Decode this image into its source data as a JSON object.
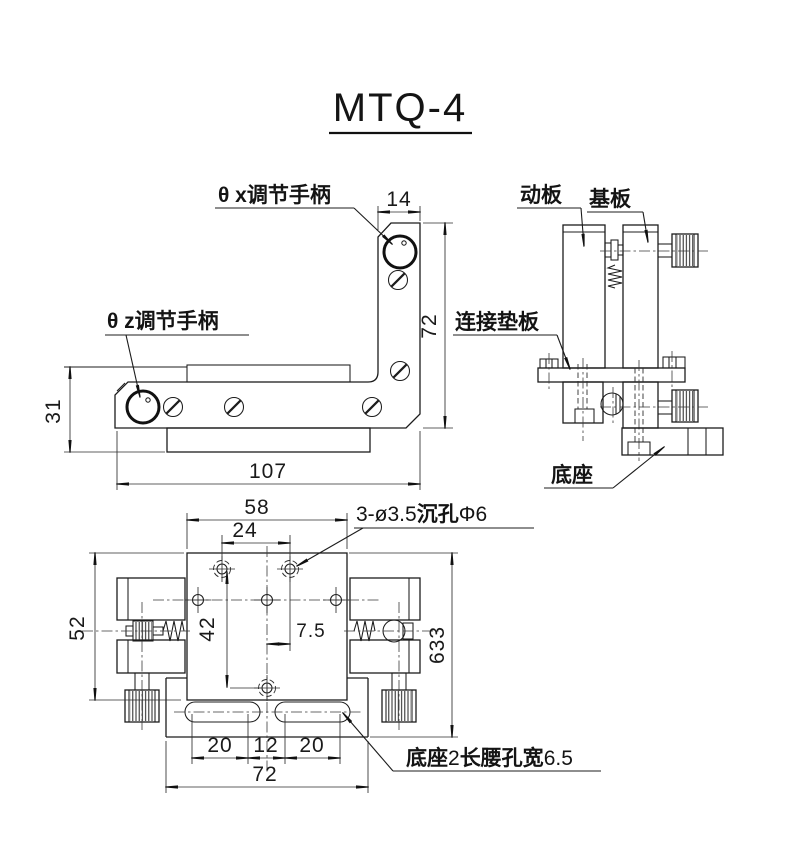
{
  "colors": {
    "line": "#1c1c1c",
    "background": "#ffffff"
  },
  "title": "MTQ-4",
  "front_view": {
    "labels": {
      "theta_x_handle": "θ x调节手柄",
      "theta_z_handle": "θ z调节手柄"
    },
    "dims": {
      "arm_width": "14",
      "arm_height": "72",
      "bar_height": "31",
      "total_length": "107"
    }
  },
  "side_view": {
    "labels": {
      "moving_plate": "动板",
      "base_plate": "基板",
      "connecting_pad_plate": "连接垫板",
      "base": "底座"
    }
  },
  "bottom_view": {
    "dims": {
      "plate_width": "58",
      "hole_spacing": "24",
      "hole_column_height": "42",
      "hole_offset": "7.5",
      "stage_height": "52",
      "overall_height": "633",
      "slot_left_length": "20",
      "slot_center_gap": "12",
      "slot_right_length": "20",
      "base_width": "72"
    },
    "labels": {
      "counterbore_qty_dia": "3-ø3.5",
      "counterbore_text": "沉孔",
      "counterbore_dia": "Φ6",
      "slot_base": "底座",
      "slot_qty": "2",
      "slot_kind": "长腰孔宽",
      "slot_width": "6.5"
    }
  }
}
